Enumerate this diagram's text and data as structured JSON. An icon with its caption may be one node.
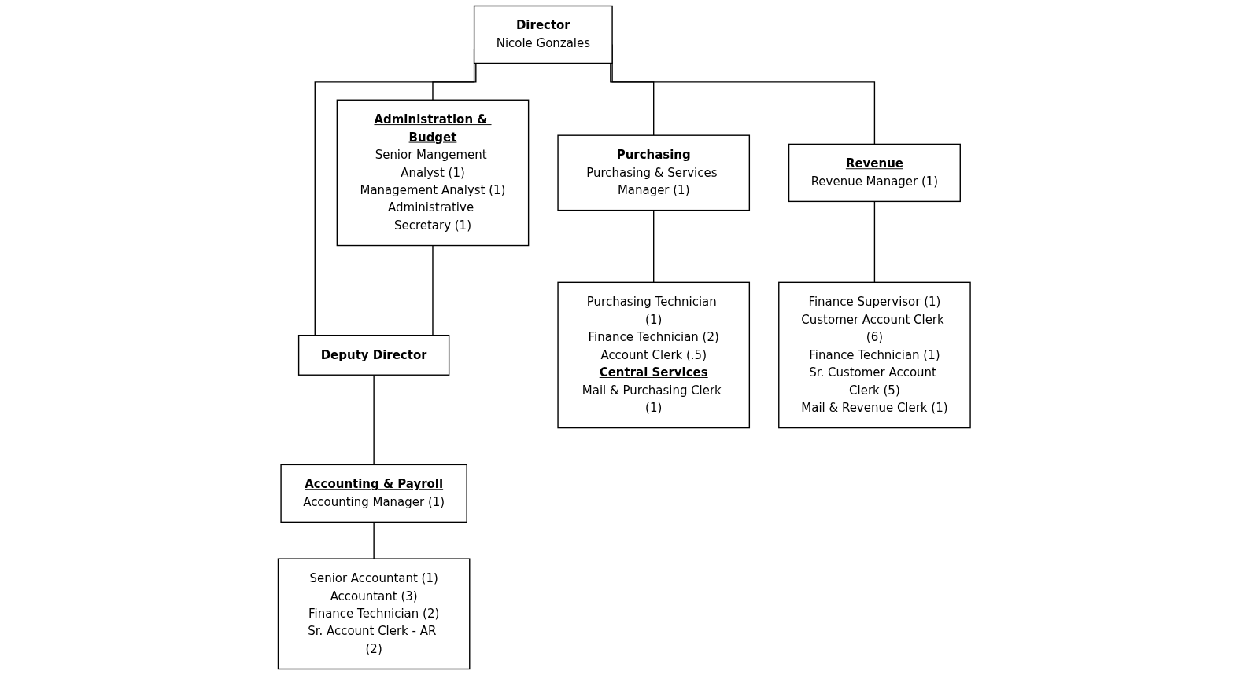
{
  "diagram": {
    "nodes": [
      {
        "text": [
          "Director",
          "Nicole Gonzales"
        ]
      },
      {
        "text": [
          "Purchasing",
          "Purchasing & Services Manager (1)"
        ]
      },
      {
        "text": [
          "Revenue",
          "Revenue Manager (1)"
        ]
      },
      {
        "text": [
          "Administration & Budget",
          "Senior Mangement Analyst (1)",
          "Management Analyst (1)",
          "Administrative Secretary (1)"
        ]
      },
      {
        "text": [
          "Deputy Director"
        ]
      },
      {
        "text": [
          "Purchasing Technician (1)",
          "Finance Technician (2)",
          "Account Clerk (.5)",
          "Central Services",
          "Mail & Purchasing Clerk (1)"
        ]
      },
      {
        "text": [
          "Finance Supervisor (1)",
          "Customer Account Clerk (6)",
          "Finance Technician (1)",
          "Sr. Customer Account Clerk (5)",
          "Mail & Revenue Clerk (1)"
        ]
      },
      {
        "text": [
          "Accounting & Payroll",
          "Accounting Manager (1)"
        ]
      },
      {
        "text": [
          "Senior Accountant (1)",
          "Accountant (3)",
          "Finance Technician (2)",
          "Sr. Account Clerk - AR (2)"
        ]
      }
    ],
    "edges": [
      {
        "from": 0,
        "to": 1,
        "arrow": "none"
      },
      {
        "from": 0,
        "to": 2,
        "arrow": "none"
      },
      {
        "from": 0,
        "to": 3,
        "arrow": "none"
      },
      {
        "from": 0,
        "to": 4,
        "arrow": "none"
      },
      {
        "from": 3,
        "to": 4,
        "arrow": "none"
      },
      {
        "from": 1,
        "to": 5,
        "arrow": "none"
      },
      {
        "from": 2,
        "to": 6,
        "arrow": "none"
      },
      {
        "from": 4,
        "to": 7,
        "arrow": "none"
      },
      {
        "from": 7,
        "to": 8,
        "arrow": "none"
      }
    ]
  }
}
